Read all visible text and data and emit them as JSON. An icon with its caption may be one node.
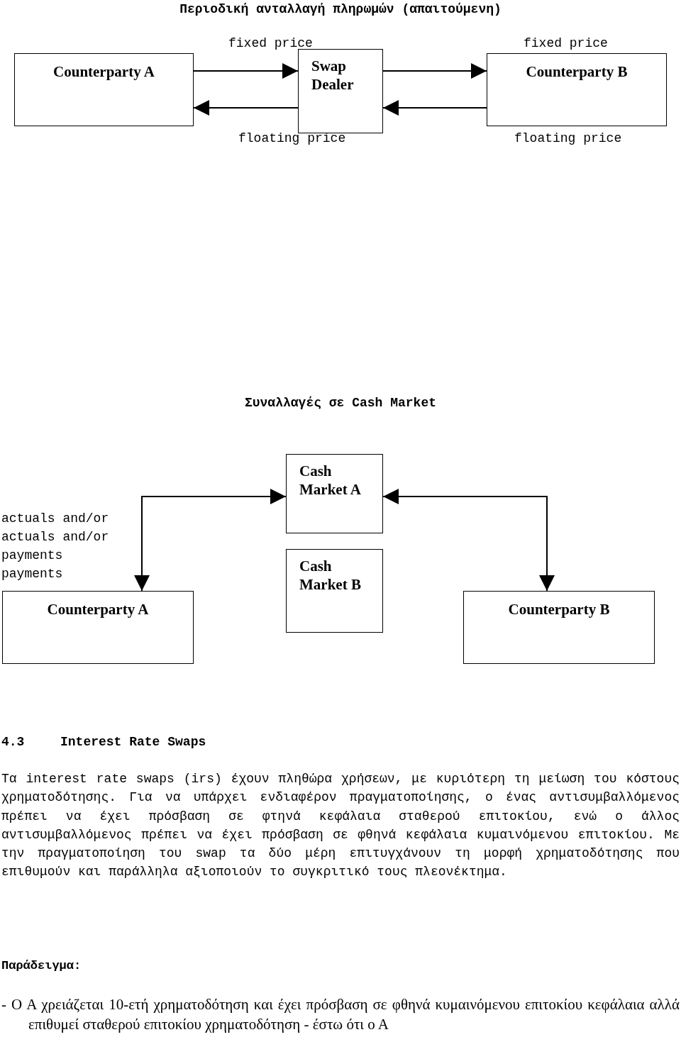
{
  "diagram": {
    "title": "Περιοδική ανταλλαγή πληρωμών (απαιτούμενη)",
    "nodes": [
      {
        "text": [
          "Counterparty A"
        ]
      },
      {
        "text": [
          "Swap Dealer"
        ]
      },
      {
        "text": [
          "Counterparty B"
        ]
      },
      {
        "text": [
          "Cash Market A"
        ]
      },
      {
        "text": [
          "Cash Market B"
        ]
      },
      {
        "text": [
          "Counterparty A"
        ]
      },
      {
        "text": [
          "Counterparty B"
        ]
      }
    ],
    "edges": [
      {
        "from": 0,
        "to": 1,
        "arrow": "to",
        "label": "fixed price"
      },
      {
        "from": 1,
        "to": 0,
        "arrow": "to",
        "label": "floating price"
      },
      {
        "from": 1,
        "to": 2,
        "arrow": "to",
        "label": "fixed price"
      },
      {
        "from": 2,
        "to": 1,
        "arrow": "to",
        "label": "floating price"
      },
      {
        "from": 5,
        "to": 3,
        "arrow": "both"
      },
      {
        "from": 6,
        "to": 3,
        "arrow": "both"
      }
    ],
    "labels": [
      "Συναλλαγές σε Cash Market",
      "actuals and/or",
      "actuals and/or",
      "payments",
      "payments",
      "4.3",
      "Interest Rate Swaps",
      "Τα interest rate swaps (irs) έχουν πληθώρα χρήσεων, με κυριότερη τη μείωση του κόστους χρηματοδότησης. Για να υπάρχει ενδιαφέρον πραγματοποίησης, ο ένας αντισυμβαλλόμενος πρέπει να έχει πρόσβαση σε φτηνά κεφάλαια σταθερού επιτοκίου, ενώ ο άλλος αντισυμβαλλόμενος πρέπει να έχει πρόσβαση σε φθηνά κεφάλαια κυμαινόμενου επιτοκίου. Με την πραγματοποίηση του swap τα δύο μέρη επιτυγχάνουν τη μορφή χρηματοδότησης που επιθυμούν και παράλληλα αξιοποιούν το συγκριτικό τους πλεονέκτημα.",
      "Παράδειγμα:",
      "- Ο Α χρειάζεται 10-ετή χρηματοδότηση και έχει πρόσβαση σε φθηνά κυμαινόμενου επιτοκίου κεφάλαια αλλά επιθυμεί σταθερού επιτοκίου χρηματοδότηση - έστω ότι ο Α"
    ]
  }
}
